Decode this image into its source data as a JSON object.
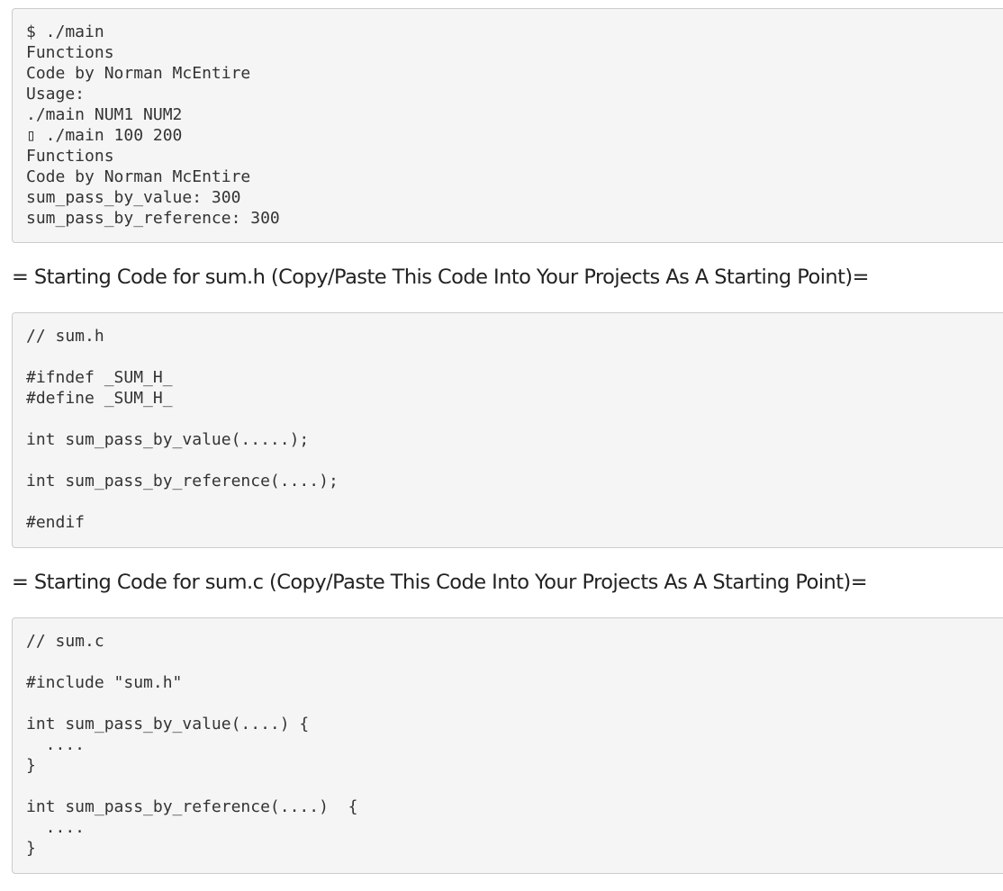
{
  "terminal_output": {
    "lines": [
      "$ ./main",
      "Functions",
      "Code by Norman McEntire",
      "Usage:",
      "./main NUM1 NUM2",
      "▯ ./main 100 200",
      "Functions",
      "Code by Norman McEntire",
      "sum_pass_by_value: 300",
      "sum_pass_by_reference: 300"
    ]
  },
  "sum_h_section": {
    "heading": "= Starting Code for sum.h (Copy/Paste This Code Into Your Projects As A Starting Point)=",
    "code_lines": [
      "// sum.h",
      "",
      "#ifndef _SUM_H_",
      "#define _SUM_H_",
      "",
      "int sum_pass_by_value(.....);",
      "",
      "int sum_pass_by_reference(....);",
      "",
      "#endif"
    ]
  },
  "sum_c_section": {
    "heading": "= Starting Code for sum.c (Copy/Paste This Code Into Your Projects As A Starting Point)=",
    "code_lines": [
      "// sum.c",
      "",
      "#include \"sum.h\"",
      "",
      "int sum_pass_by_value(....) {",
      "  ....",
      "}",
      "",
      "int sum_pass_by_reference(....)  {",
      "  ....",
      "}"
    ]
  }
}
